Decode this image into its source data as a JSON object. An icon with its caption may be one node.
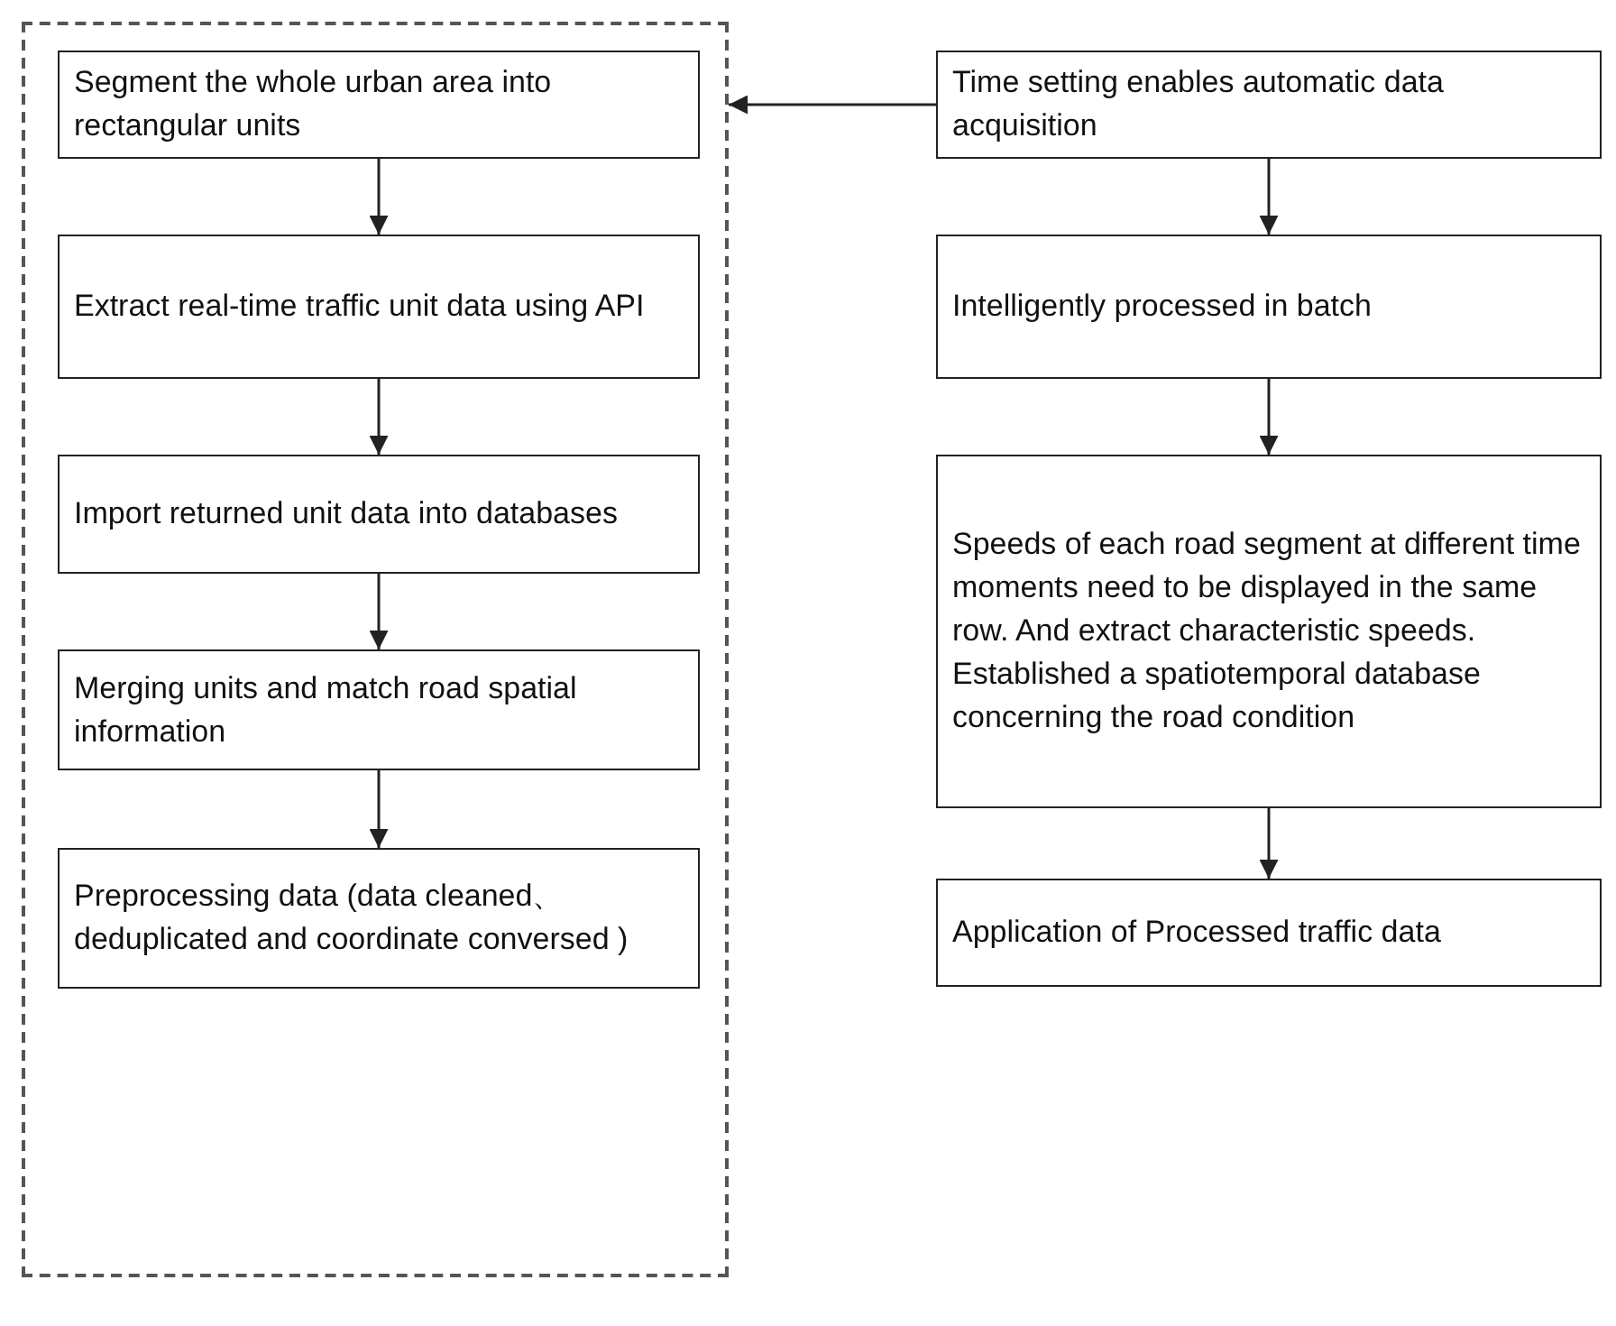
{
  "diagram": {
    "nodes": [
      {
        "text": [],
        "shape": "box"
      },
      {
        "text": [
          "Segment the whole urban area into rectangular units"
        ],
        "in": 0
      },
      {
        "text": [
          "Extract real-time traffic unit data using API"
        ],
        "in": 0
      },
      {
        "text": [
          "Import returned unit data into databases"
        ],
        "in": 0
      },
      {
        "text": [
          "Merging units and match road spatial information"
        ],
        "in": 0
      },
      {
        "text": [
          "Preprocessing data (data cleaned、deduplicated and coordinate conversed )"
        ],
        "in": 0
      },
      {
        "text": [
          "Time setting enables automatic data acquisition"
        ]
      },
      {
        "text": [
          "Intelligently processed in batch"
        ]
      },
      {
        "text": [
          "Speeds of each road segment at different time moments need to be displayed in the same row. And extract characteristic speeds. Established a spatiotemporal database concerning the road condition"
        ]
      },
      {
        "text": [
          "Application of Processed traffic data"
        ]
      }
    ],
    "edges": [
      {
        "from": 1,
        "to": 2,
        "arrow": "to"
      },
      {
        "from": 2,
        "to": 3,
        "arrow": "to"
      },
      {
        "from": 3,
        "to": 4,
        "arrow": "to"
      },
      {
        "from": 4,
        "to": 5,
        "arrow": "to"
      },
      {
        "from": 6,
        "to": 0,
        "arrow": "to"
      },
      {
        "from": 6,
        "to": 7,
        "arrow": "to"
      },
      {
        "from": 7,
        "to": 8,
        "arrow": "to"
      },
      {
        "from": 8,
        "to": 9,
        "arrow": "to"
      }
    ]
  }
}
